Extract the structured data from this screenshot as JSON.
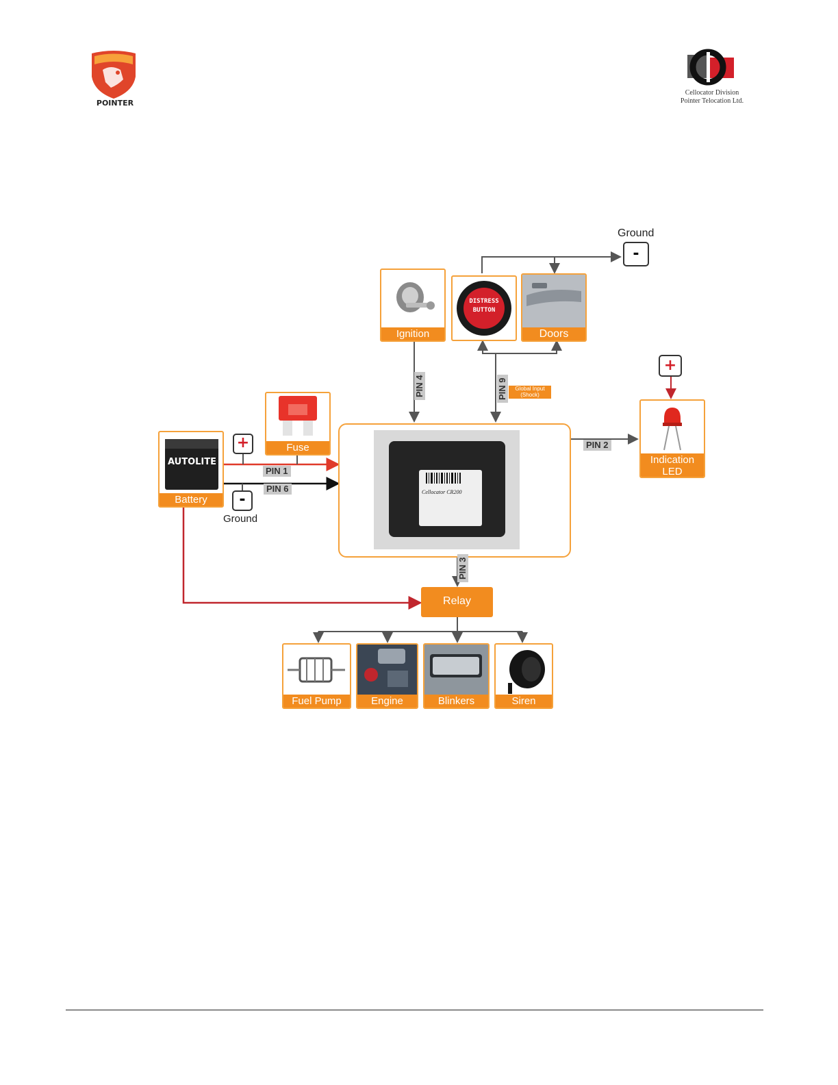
{
  "header": {
    "left_logo_text": "POINTER",
    "right_logo_line1": "Cellocator Division",
    "right_logo_line2": "Pointer Telocation Ltd."
  },
  "diagram": {
    "ground_top_label": "Ground",
    "ground_top_symbol": "-",
    "ignition_label": "Ignition",
    "distress_button_text_1": "DISTRESS",
    "distress_button_text_2": "BUTTON",
    "doors_label": "Doors",
    "pin4": "PIN 4",
    "pin9": "PIN 9",
    "pin9_note": "Global Input (Shock)",
    "led_plus": "+",
    "led_label_1": "Indication",
    "led_label_2": "LED",
    "pin2": "PIN 2",
    "fuse_label": "Fuse",
    "battery_plus": "+",
    "battery_minus": "-",
    "battery_label": "Battery",
    "battery_brand": "AUTOLITE",
    "ground_left_label": "Ground",
    "pin1": "PIN 1",
    "pin6": "PIN 6",
    "pin3": "PIN 3",
    "relay_label": "Relay",
    "fuel_pump_label": "Fuel Pump",
    "engine_label": "Engine",
    "blinkers_label": "Blinkers",
    "siren_label": "Siren",
    "device_sticker_title": "Cellocator CR200",
    "colors": {
      "accent": "#f28c1f",
      "positive_wire": "#e03a2a",
      "battery_wire": "#c0262d",
      "wire": "#555555"
    }
  }
}
